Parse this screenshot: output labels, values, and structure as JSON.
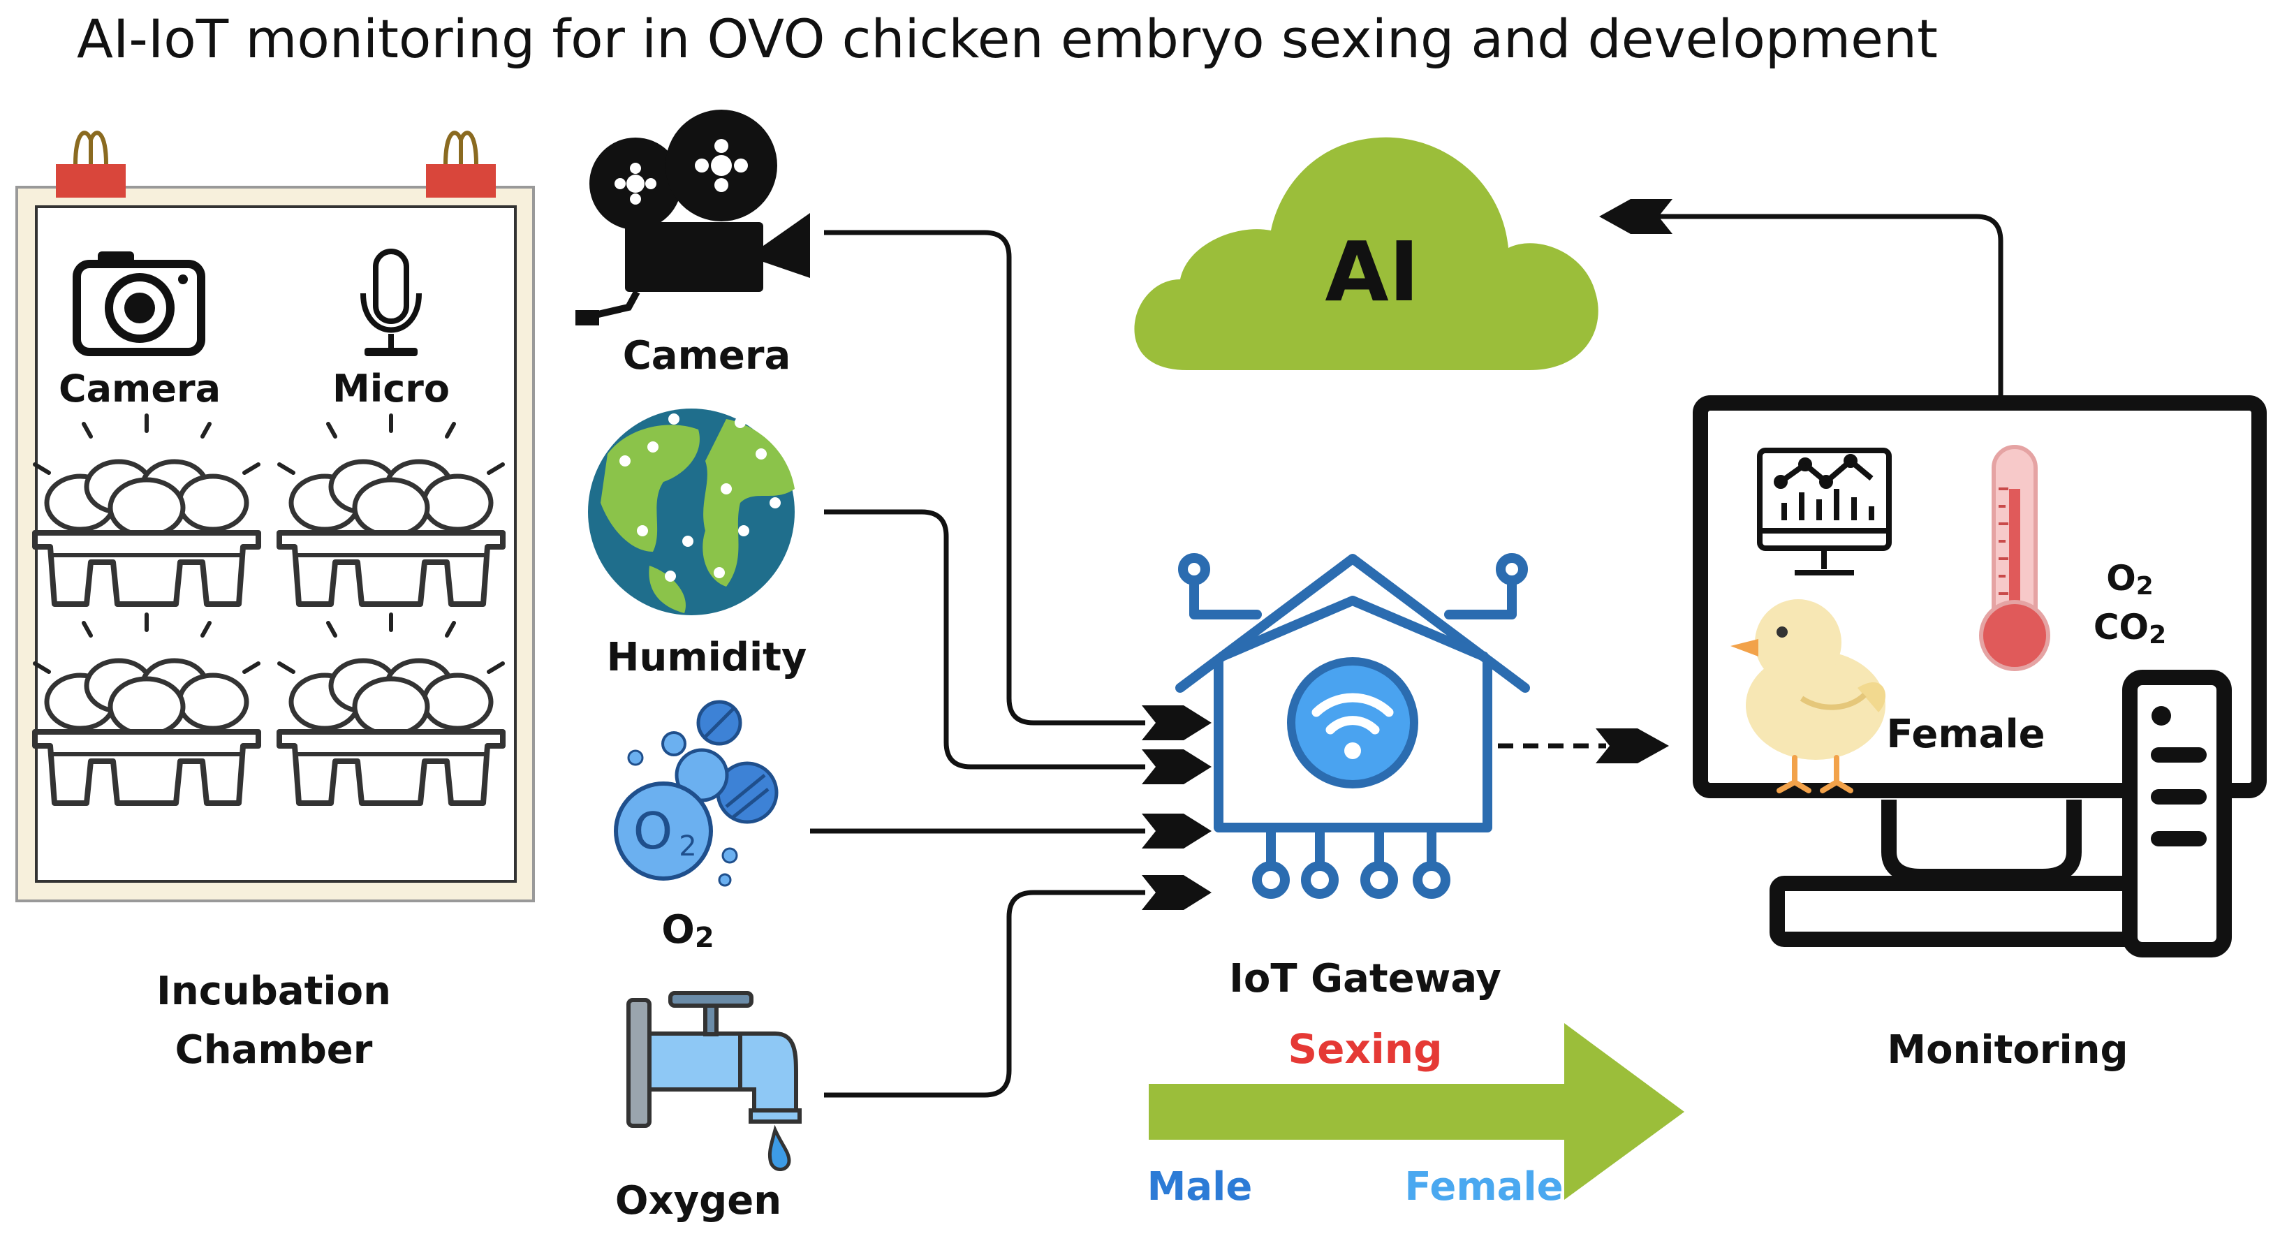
{
  "title": "AI-IoT monitoring for in OVO chicken embryo sexing and development",
  "chamber": {
    "camera_label": "Camera",
    "micro_label": "Micro",
    "label_line1": "Incubation",
    "label_line2": "Chamber"
  },
  "sensors": {
    "camera": "Camera",
    "humidity": "Humidity",
    "o2": "O",
    "o2_sub": "2",
    "oxygen": "Oxygen"
  },
  "cloud": {
    "label": "AI"
  },
  "gateway": {
    "label": "IoT Gateway"
  },
  "sexing": {
    "label": "Sexing",
    "male": "Male",
    "female": "Female"
  },
  "monitor": {
    "o2": "O",
    "o2_sub": "2",
    "co2": "CO",
    "co2_sub": "2",
    "female": "Female",
    "label": "Monitoring"
  },
  "colors": {
    "cloud_green": "#9BBE3A",
    "arrow_green": "#9BBE3A",
    "gateway_blue": "#2B6CB0",
    "wifi_blue": "#4AA3F0",
    "male_blue": "#2C7BD6",
    "female_blue": "#4AA8F0",
    "sexing_red": "#E53935",
    "clip_red": "#D9463B",
    "frame_beige": "#F7F0DC",
    "earth_ocean": "#1F6E8C",
    "earth_land": "#8BC34A",
    "thermo_red": "#E05A5A",
    "chick_yellow": "#F7E7B4"
  }
}
